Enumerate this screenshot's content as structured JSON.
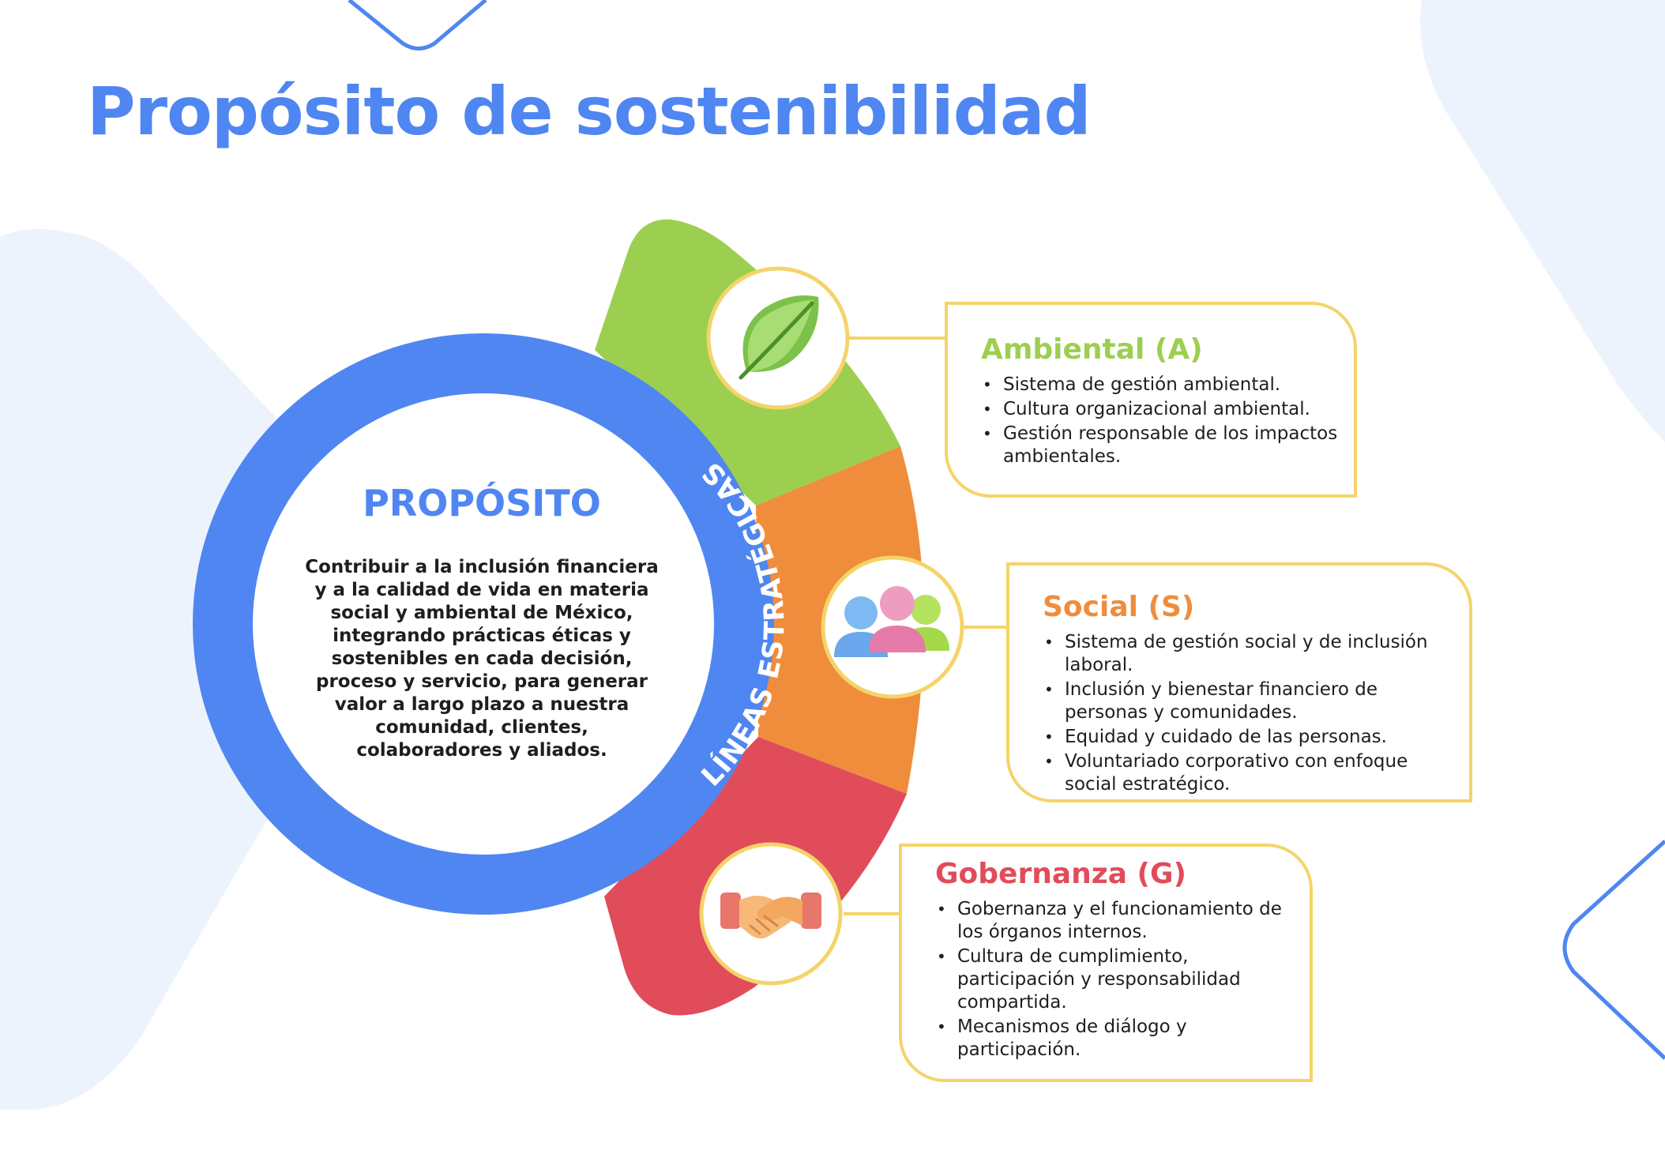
{
  "title": "Propósito de sostenibilidad",
  "center": {
    "heading": "PROPÓSITO",
    "lines": [
      "Contribuir a la inclusión financiera",
      "y a la calidad de vida en materia",
      "social y ambiental de México,",
      "integrando prácticas éticas y",
      "sostenibles en cada decisión,",
      "proceso y servicio, para generar",
      "valor a largo plazo a nuestra",
      "comunidad, clientes,",
      "colaboradores y aliados."
    ]
  },
  "ring_label": "LÍNEAS ESTRATÉGICAS",
  "colors": {
    "blue": "#4f86f1",
    "ambiental": "#9ccf4f",
    "social": "#ef8d3c",
    "gobernanza": "#e04c5a",
    "card_border": "#f4d46a"
  },
  "icons": {
    "ambiental": "leaf-icon",
    "social": "people-group-icon",
    "gobernanza": "handshake-icon"
  },
  "ambiental": {
    "title": "Ambiental (A)",
    "items": [
      "Sistema de gestión ambiental.",
      "Cultura organizacional ambiental.",
      "Gestión responsable de los impactos ambientales."
    ]
  },
  "social": {
    "title": "Social (S)",
    "items": [
      "Sistema de gestión social y de inclusión laboral.",
      "Inclusión y bienestar financiero de personas y comunidades.",
      "Equidad y cuidado de las personas.",
      "Voluntariado corporativo con enfoque social estratégico."
    ]
  },
  "gobernanza": {
    "title": "Gobernanza (G)",
    "items": [
      "Gobernanza y el funcionamiento de los órganos internos.",
      "Cultura de cumplimiento, participación y responsabilidad compartida.",
      "Mecanismos de diálogo y participación."
    ]
  }
}
